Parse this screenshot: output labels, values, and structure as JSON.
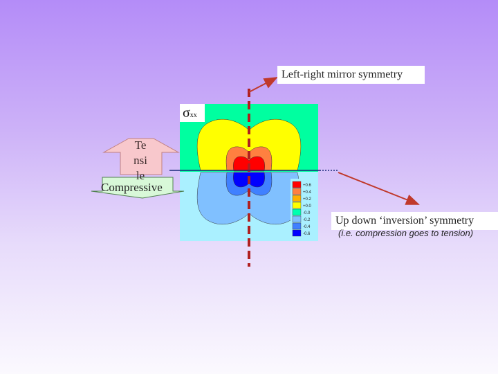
{
  "diagram": {
    "mirror_label": "Left-right mirror symmetry",
    "inversion_label": "Up down ‘inversion’ symmetry",
    "inversion_note": "(i.e. compression goes to tension)",
    "sigma_symbol": "σ",
    "sigma_subscript": "xx",
    "tensile_label": "Te\nnsi\nle",
    "compressive_label": "Compressive"
  },
  "legend": {
    "levels": [
      "+0.6",
      "+0.4",
      "+0.2",
      "+0.0",
      "-0.0",
      "-0.2",
      "-0.4",
      "-0.6"
    ],
    "colors": [
      "#ff0000",
      "#ff8040",
      "#ffb000",
      "#ffff00",
      "#00ffb0",
      "#80c0ff",
      "#4080ff",
      "#0000ff"
    ]
  },
  "colors": {
    "arrow": "#c0392b",
    "symmetry_axis": "#b02020",
    "tensile_fill": "#f8c8cc",
    "compressive_fill": "#d8f8d8",
    "top_background": "#00ffa0",
    "bottom_background": "#aaf0ff"
  }
}
